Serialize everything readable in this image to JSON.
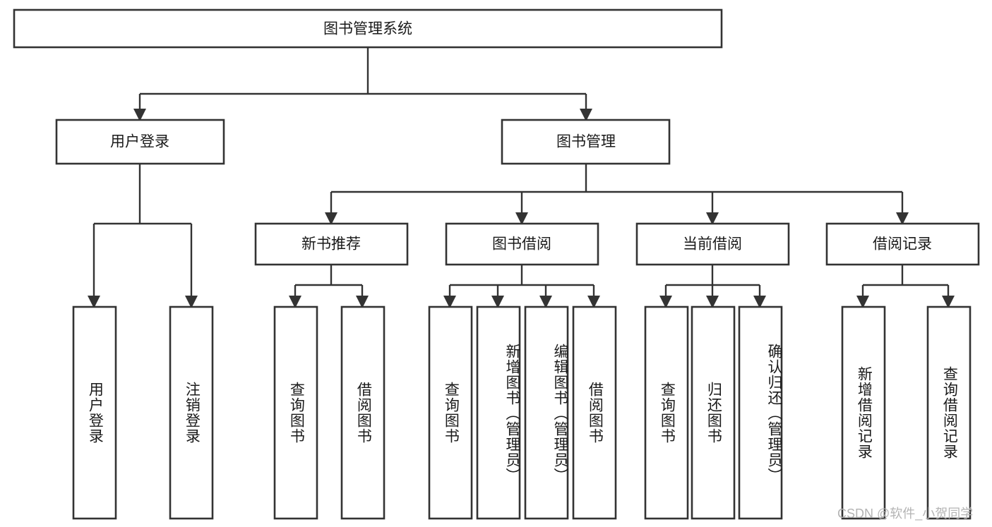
{
  "diagram": {
    "type": "tree-hierarchy",
    "title": "图书管理系统",
    "root": {
      "id": "root",
      "label": "图书管理系统",
      "orientation": "horizontal"
    },
    "level1": [
      {
        "id": "user-login",
        "label": "用户登录",
        "orientation": "horizontal"
      },
      {
        "id": "book-management",
        "label": "图书管理",
        "orientation": "horizontal"
      }
    ],
    "level2": [
      {
        "id": "new-book-recommend",
        "label": "新书推荐",
        "parent": "book-management",
        "orientation": "horizontal"
      },
      {
        "id": "book-borrow",
        "label": "图书借阅",
        "parent": "book-management",
        "orientation": "horizontal"
      },
      {
        "id": "current-borrow",
        "label": "当前借阅",
        "parent": "book-management",
        "orientation": "horizontal"
      },
      {
        "id": "borrow-record",
        "label": "借阅记录",
        "parent": "book-management",
        "orientation": "horizontal"
      }
    ],
    "leaves": [
      {
        "id": "leaf-user-login",
        "label": "用户登录",
        "parent": "user-login",
        "orientation": "vertical"
      },
      {
        "id": "leaf-logout-login",
        "label": "注销登录",
        "parent": "user-login",
        "orientation": "vertical"
      },
      {
        "id": "leaf-query-book-1",
        "label": "查询图书",
        "parent": "new-book-recommend",
        "orientation": "vertical"
      },
      {
        "id": "leaf-borrow-book-1",
        "label": "借阅图书",
        "parent": "new-book-recommend",
        "orientation": "vertical"
      },
      {
        "id": "leaf-query-book-2",
        "label": "查询图书",
        "parent": "book-borrow",
        "orientation": "vertical"
      },
      {
        "id": "leaf-add-book",
        "label": "新增图书（管理员）",
        "parent": "book-borrow",
        "orientation": "vertical"
      },
      {
        "id": "leaf-edit-book",
        "label": "编辑图书（管理员）",
        "parent": "book-borrow",
        "orientation": "vertical"
      },
      {
        "id": "leaf-borrow-book-2",
        "label": "借阅图书",
        "parent": "book-borrow",
        "orientation": "vertical"
      },
      {
        "id": "leaf-query-book-3",
        "label": "查询图书",
        "parent": "current-borrow",
        "orientation": "vertical"
      },
      {
        "id": "leaf-return-book",
        "label": "归还图书",
        "parent": "current-borrow",
        "orientation": "vertical"
      },
      {
        "id": "leaf-confirm-return",
        "label": "确认归还（管理员）",
        "parent": "current-borrow",
        "orientation": "vertical"
      },
      {
        "id": "leaf-add-record",
        "label": "新增借阅记录",
        "parent": "borrow-record",
        "orientation": "vertical"
      },
      {
        "id": "leaf-query-record",
        "label": "查询借阅记录",
        "parent": "borrow-record",
        "orientation": "vertical"
      }
    ],
    "watermark": "CSDN @软件_小贺同学",
    "colors": {
      "box_stroke": "#333333",
      "box_fill": "#ffffff",
      "text": "#1a1a1a",
      "connector": "#333333",
      "watermark": "#b4b4b4",
      "background": "#ffffff"
    }
  }
}
